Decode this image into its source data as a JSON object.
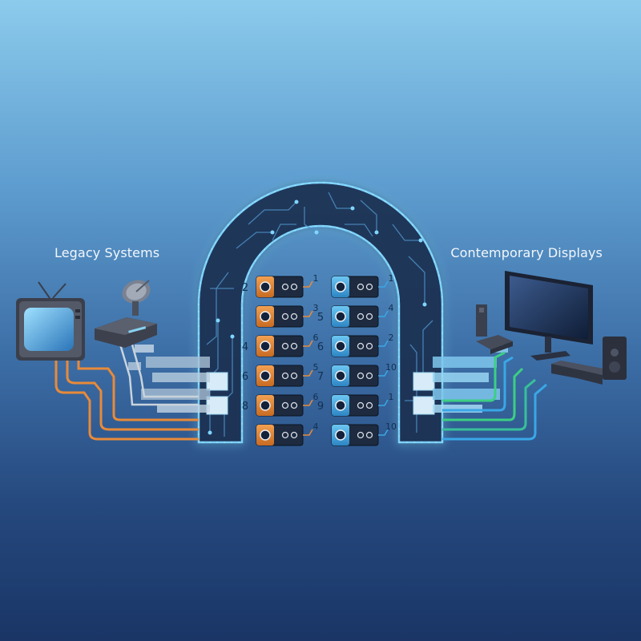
{
  "labels": {
    "left": "Legacy Systems",
    "right": "Contemporary Displays"
  },
  "icons": {
    "legacy": [
      "crt-tv-icon",
      "satellite-dish-icon",
      "set-top-box-icon"
    ],
    "contemporary": [
      "flat-screen-monitor-icon",
      "game-console-icon",
      "soundbar-icon",
      "speaker-icon"
    ]
  },
  "colors": {
    "legacy_accent": "#e88a3a",
    "contemporary_accent": "#3aa7e6",
    "cable_green": "#3ccf84",
    "arch": "#1f3556",
    "arch_glow": "#6fd0ff"
  },
  "adapters": {
    "legacy": [
      {
        "left": "2",
        "right": "1"
      },
      {
        "left": "",
        "right": "3"
      },
      {
        "left": "4",
        "right": "6"
      },
      {
        "left": "6",
        "right": "5"
      },
      {
        "left": "8",
        "right": "6"
      },
      {
        "left": "",
        "right": "4"
      }
    ],
    "contemporary": [
      {
        "left": "",
        "right": "1"
      },
      {
        "left": "5",
        "right": "4"
      },
      {
        "left": "6",
        "right": "2"
      },
      {
        "left": "7",
        "right": "10"
      },
      {
        "left": "9",
        "right": "1"
      },
      {
        "left": "",
        "right": "10"
      }
    ]
  }
}
